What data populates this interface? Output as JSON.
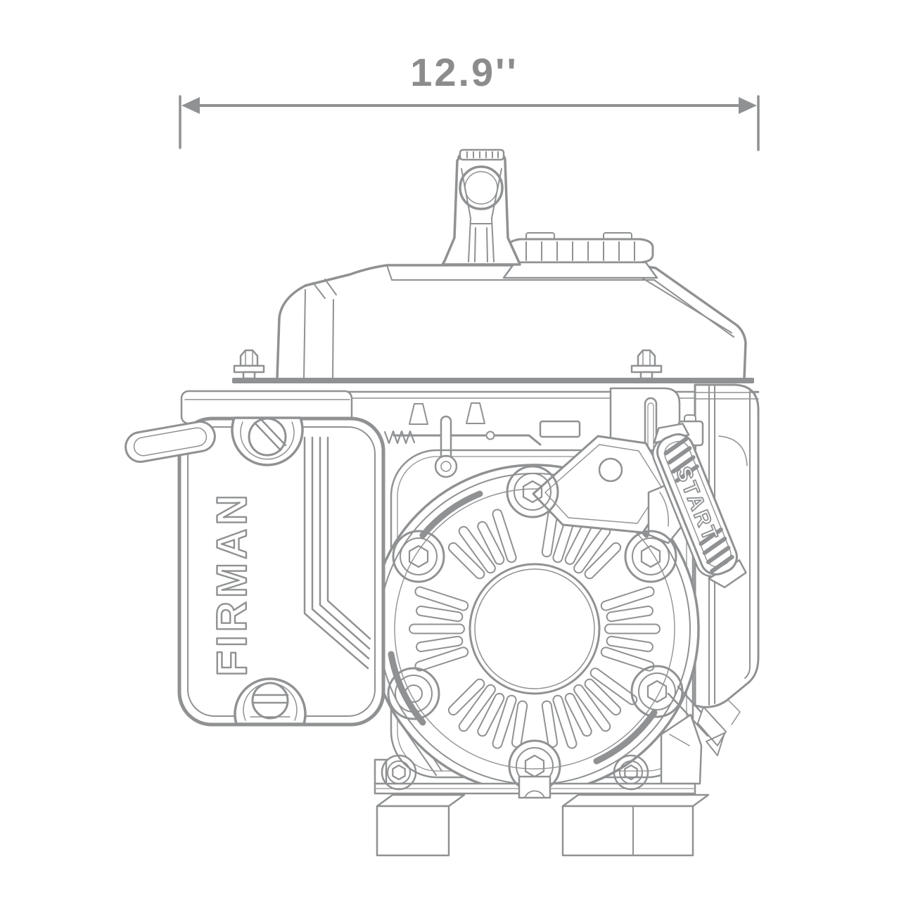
{
  "dimension": {
    "label": "12.9''"
  },
  "branding": {
    "logo_text": "FIRMAN"
  },
  "start_handle": {
    "label": "START"
  },
  "colors": {
    "line": "#8f9193",
    "dimension_text": "#8c8c8c",
    "background": "#ffffff"
  }
}
